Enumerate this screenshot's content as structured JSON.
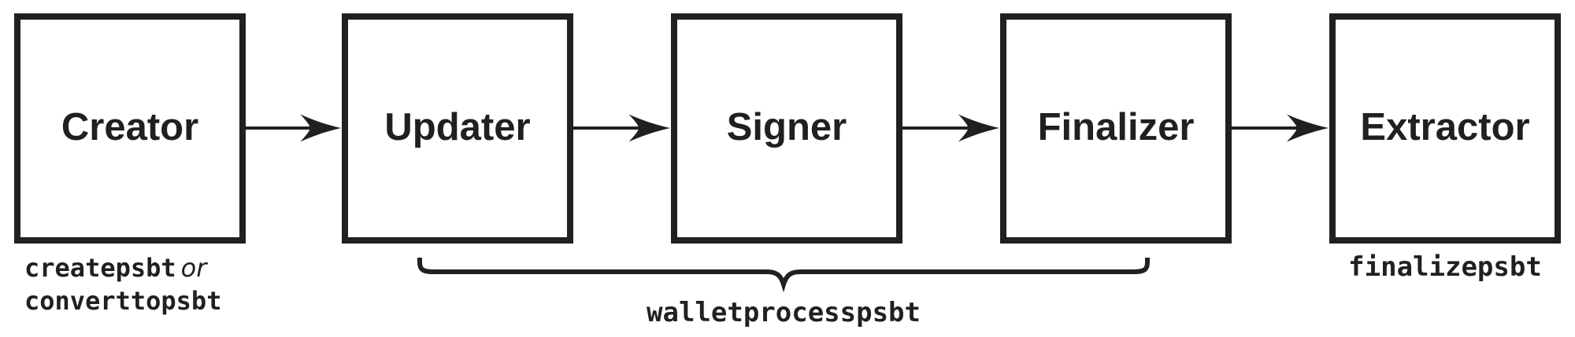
{
  "colors": {
    "ink": "#231f20",
    "background": "#ffffff"
  },
  "diagram": {
    "boxes": [
      {
        "id": "creator",
        "label": "Creator"
      },
      {
        "id": "updater",
        "label": "Updater"
      },
      {
        "id": "signer",
        "label": "Signer"
      },
      {
        "id": "finalizer",
        "label": "Finalizer"
      },
      {
        "id": "extractor",
        "label": "Extractor"
      }
    ],
    "creator_caption": {
      "command1": "createpsbt",
      "conjunction": "or",
      "command2": "converttopsbt"
    },
    "brace_caption": "walletprocesspsbt",
    "extractor_caption": "finalizepsbt"
  }
}
